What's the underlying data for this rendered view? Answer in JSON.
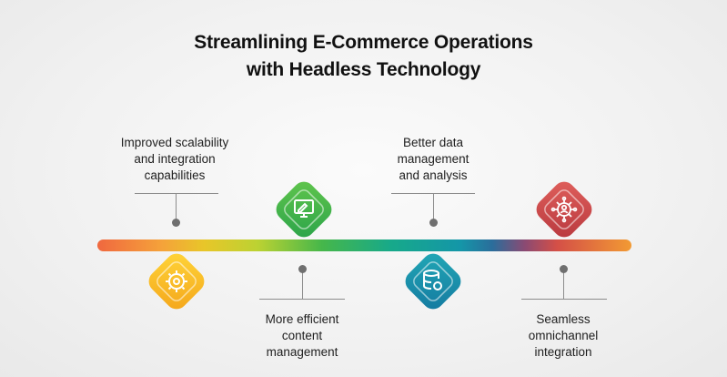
{
  "title": {
    "line1": "Streamlining E-Commerce Operations",
    "line2": "with Headless Technology"
  },
  "milestones": [
    {
      "lines": [
        "Improved scalability",
        "and integration",
        "capabilities"
      ],
      "icon": "gear-icon",
      "color": "#f4c020"
    },
    {
      "lines": [
        "More efficient",
        "content",
        "management"
      ],
      "icon": "monitor-edit-icon",
      "color": "#3fb24b"
    },
    {
      "lines": [
        "Better data",
        "management",
        "and analysis"
      ],
      "icon": "database-gear-icon",
      "color": "#1d98a8"
    },
    {
      "lines": [
        "Seamless",
        "omnichannel",
        "integration"
      ],
      "icon": "network-user-icon",
      "color": "#cf4a4e"
    }
  ]
}
